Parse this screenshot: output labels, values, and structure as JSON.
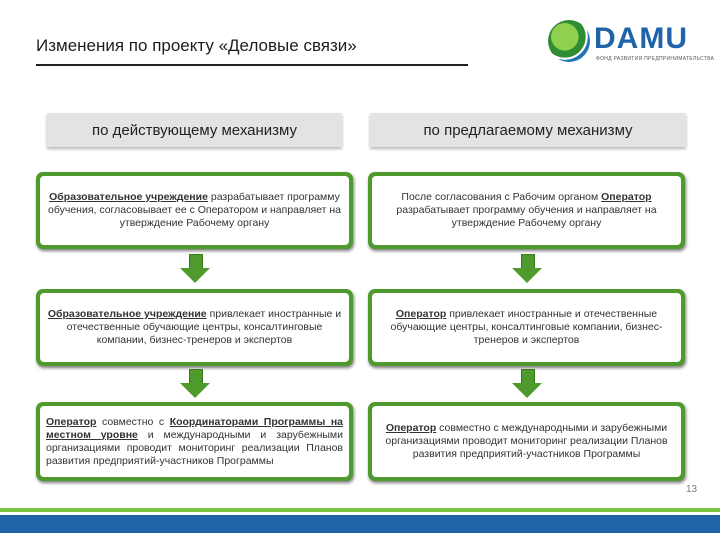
{
  "slide": {
    "title": "Изменения по проекту «Деловые связи»",
    "page_number": "13"
  },
  "logo": {
    "name": "DAMU",
    "tagline": "ФОНД РАЗВИТИЯ ПРЕДПРИНИМАТЕЛЬСТВА"
  },
  "columns": {
    "left_header": "по действующему механизму",
    "right_header": "по предлагаемому механизму"
  },
  "left_steps": [
    {
      "bold": "Образовательное учреждение",
      "text": " разрабатывает программу обучения, согласовывает ее с Оператором и направляет на утверждение Рабочему органу"
    },
    {
      "bold": "Образовательное учреждение",
      "text": " привлекает иностранные и отечественные обучающие центры, консалтинговые компании, бизнес-тренеров и экспертов"
    },
    {
      "bold": "Оператор",
      "text": " совместно с ",
      "bold2": "Координаторами Программы на местном уровне",
      "text2": " и международными и зарубежными организациями проводит мониторинг реализации Планов развития предприятий-участников Программы"
    }
  ],
  "right_steps": [
    {
      "text": "После согласования с Рабочим органом ",
      "bold": "Оператор",
      "text2": " разрабатывает программу обучения и направляет на утверждение Рабочему органу"
    },
    {
      "bold": "Оператор",
      "text": " привлекает иностранные и отечественные обучающие центры, консалтинговые компании, бизнес-тренеров и экспертов"
    },
    {
      "bold": "Оператор",
      "text": " совместно с международными и зарубежными организациями проводит мониторинг реализации Планов развития предприятий-участников Программы"
    }
  ],
  "colors": {
    "box_border": "#4e9a2c",
    "header_bg": "#e3e3e3",
    "brand_blue": "#1f64a8",
    "brand_green": "#7cc242"
  }
}
